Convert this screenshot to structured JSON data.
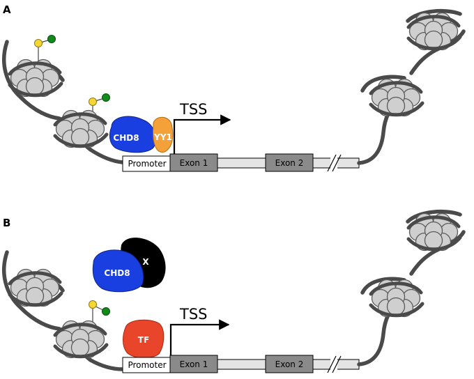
{
  "panels": [
    {
      "letter": "A",
      "proteins": {
        "chd8": "CHD8",
        "partner": "YY1"
      },
      "tss": "TSS",
      "gene": {
        "promoter": "Promoter",
        "exon1": "Exon 1",
        "exon2": "Exon 2"
      }
    },
    {
      "letter": "B",
      "proteins": {
        "chd8": "CHD8",
        "partner": "X",
        "tf": "TF"
      },
      "tss": "TSS",
      "gene": {
        "promoter": "Promoter",
        "exon1": "Exon 1",
        "exon2": "Exon 2"
      }
    }
  ],
  "colors": {
    "chd8": "#1a3fe0",
    "yy1": "#f4a13a",
    "x": "#000000",
    "tf": "#e8452a",
    "histone": "#cfcfcf",
    "dna": "#4a4a4a",
    "exon": "#8a8a8a",
    "intron": "#e4e4e4",
    "mark_yellow": "#f6d637",
    "mark_green": "#118a1b"
  }
}
